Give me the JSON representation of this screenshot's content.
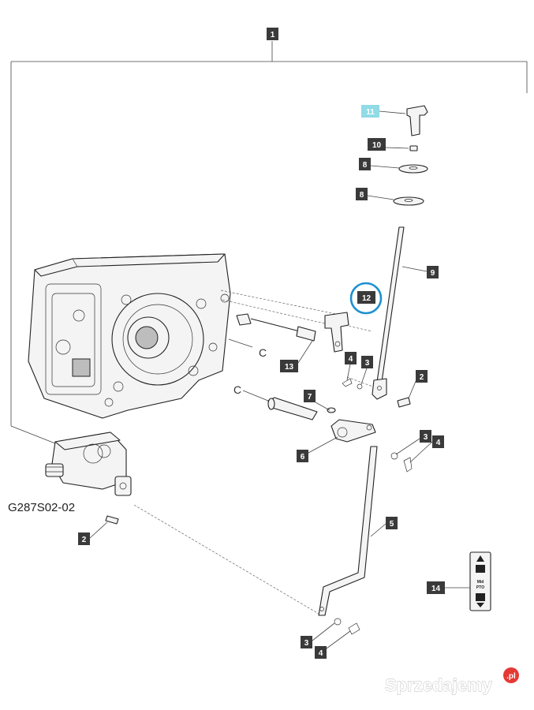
{
  "diagram": {
    "drawing_code": "G287S02-02",
    "assembly_callout": "1",
    "callouts": [
      {
        "id": "c11",
        "label": "11",
        "highlight": true
      },
      {
        "id": "c10",
        "label": "10"
      },
      {
        "id": "c8a",
        "label": "8"
      },
      {
        "id": "c8b",
        "label": "8"
      },
      {
        "id": "c9",
        "label": "9"
      },
      {
        "id": "c12",
        "label": "12",
        "circled": true
      },
      {
        "id": "c13",
        "label": "13"
      },
      {
        "id": "c4a",
        "label": "4"
      },
      {
        "id": "c3a",
        "label": "3"
      },
      {
        "id": "c2a",
        "label": "2"
      },
      {
        "id": "c7",
        "label": "7"
      },
      {
        "id": "c6",
        "label": "6"
      },
      {
        "id": "c3b",
        "label": "3"
      },
      {
        "id": "c4b",
        "label": "4"
      },
      {
        "id": "c5",
        "label": "5"
      },
      {
        "id": "c2b",
        "label": "2"
      },
      {
        "id": "c14",
        "label": "14"
      },
      {
        "id": "c3c",
        "label": "3"
      },
      {
        "id": "c4c",
        "label": "4"
      }
    ],
    "reference_letters": [
      "C",
      "C"
    ],
    "decal_text": [
      "Mid",
      "PTO"
    ],
    "highlight_color": "#8fdbe6",
    "circle_color": "#1e90d0"
  },
  "watermark": {
    "text": "Sprzedajemy",
    "badge": ".pl",
    "badge_color": "#e53935"
  }
}
